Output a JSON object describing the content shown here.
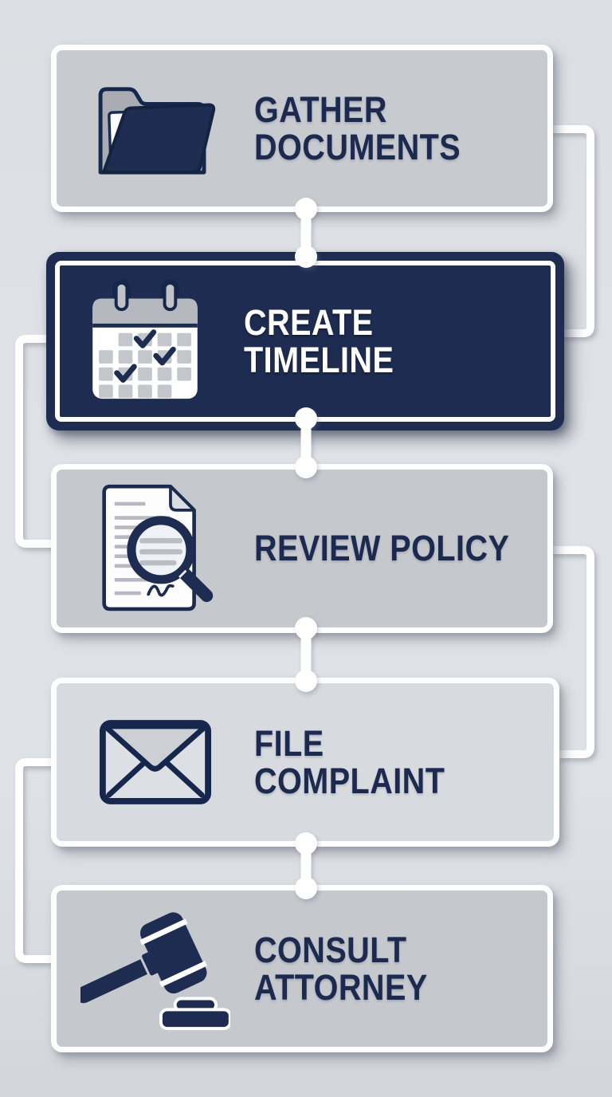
{
  "page": {
    "type": "process-flow-infographic",
    "step_count": 5
  },
  "colors": {
    "background": "#dde0e4",
    "box_gray": "#c7cacf",
    "box_light_gray": "#d7dade",
    "navy": "#1d2c50",
    "text_navy": "#1b2a4e",
    "connector_white": "#ffffff",
    "icon_navy": "#1d2c50"
  },
  "steps": [
    {
      "label": "GATHER\nDOCUMENTS",
      "icon": "folder-icon",
      "highlighted": false
    },
    {
      "label": "CREATE TIMELINE",
      "icon": "calendar-icon",
      "highlighted": true
    },
    {
      "label": "REVIEW POLICY",
      "icon": "document-magnifier-icon",
      "highlighted": false
    },
    {
      "label": "FILE COMPLAINT",
      "icon": "envelope-icon",
      "highlighted": false
    },
    {
      "label": "CONSULT\nATTORNEY",
      "icon": "gavel-icon",
      "highlighted": false
    }
  ]
}
